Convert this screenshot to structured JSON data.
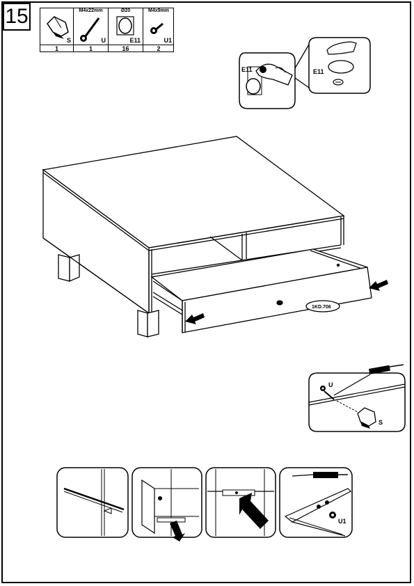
{
  "step": {
    "number": "15"
  },
  "parts": [
    {
      "code": "S",
      "spec": "",
      "qty": "1",
      "icon": "knob-icon"
    },
    {
      "code": "U",
      "spec": "M4x22mm",
      "qty": "1",
      "icon": "long-screw-icon"
    },
    {
      "code": "E11",
      "spec": "Ø20",
      "qty": "16",
      "icon": "cover-cap-icon"
    },
    {
      "code": "U1",
      "spec": "M4x9mm",
      "qty": "2",
      "icon": "short-screw-icon"
    }
  ],
  "callouts": {
    "cap_left": "E11",
    "cap_right": "E11",
    "screw_label": "U",
    "knob_label": "S",
    "detail_screw_label": "U1"
  },
  "drawer_tag": "1KD.706"
}
